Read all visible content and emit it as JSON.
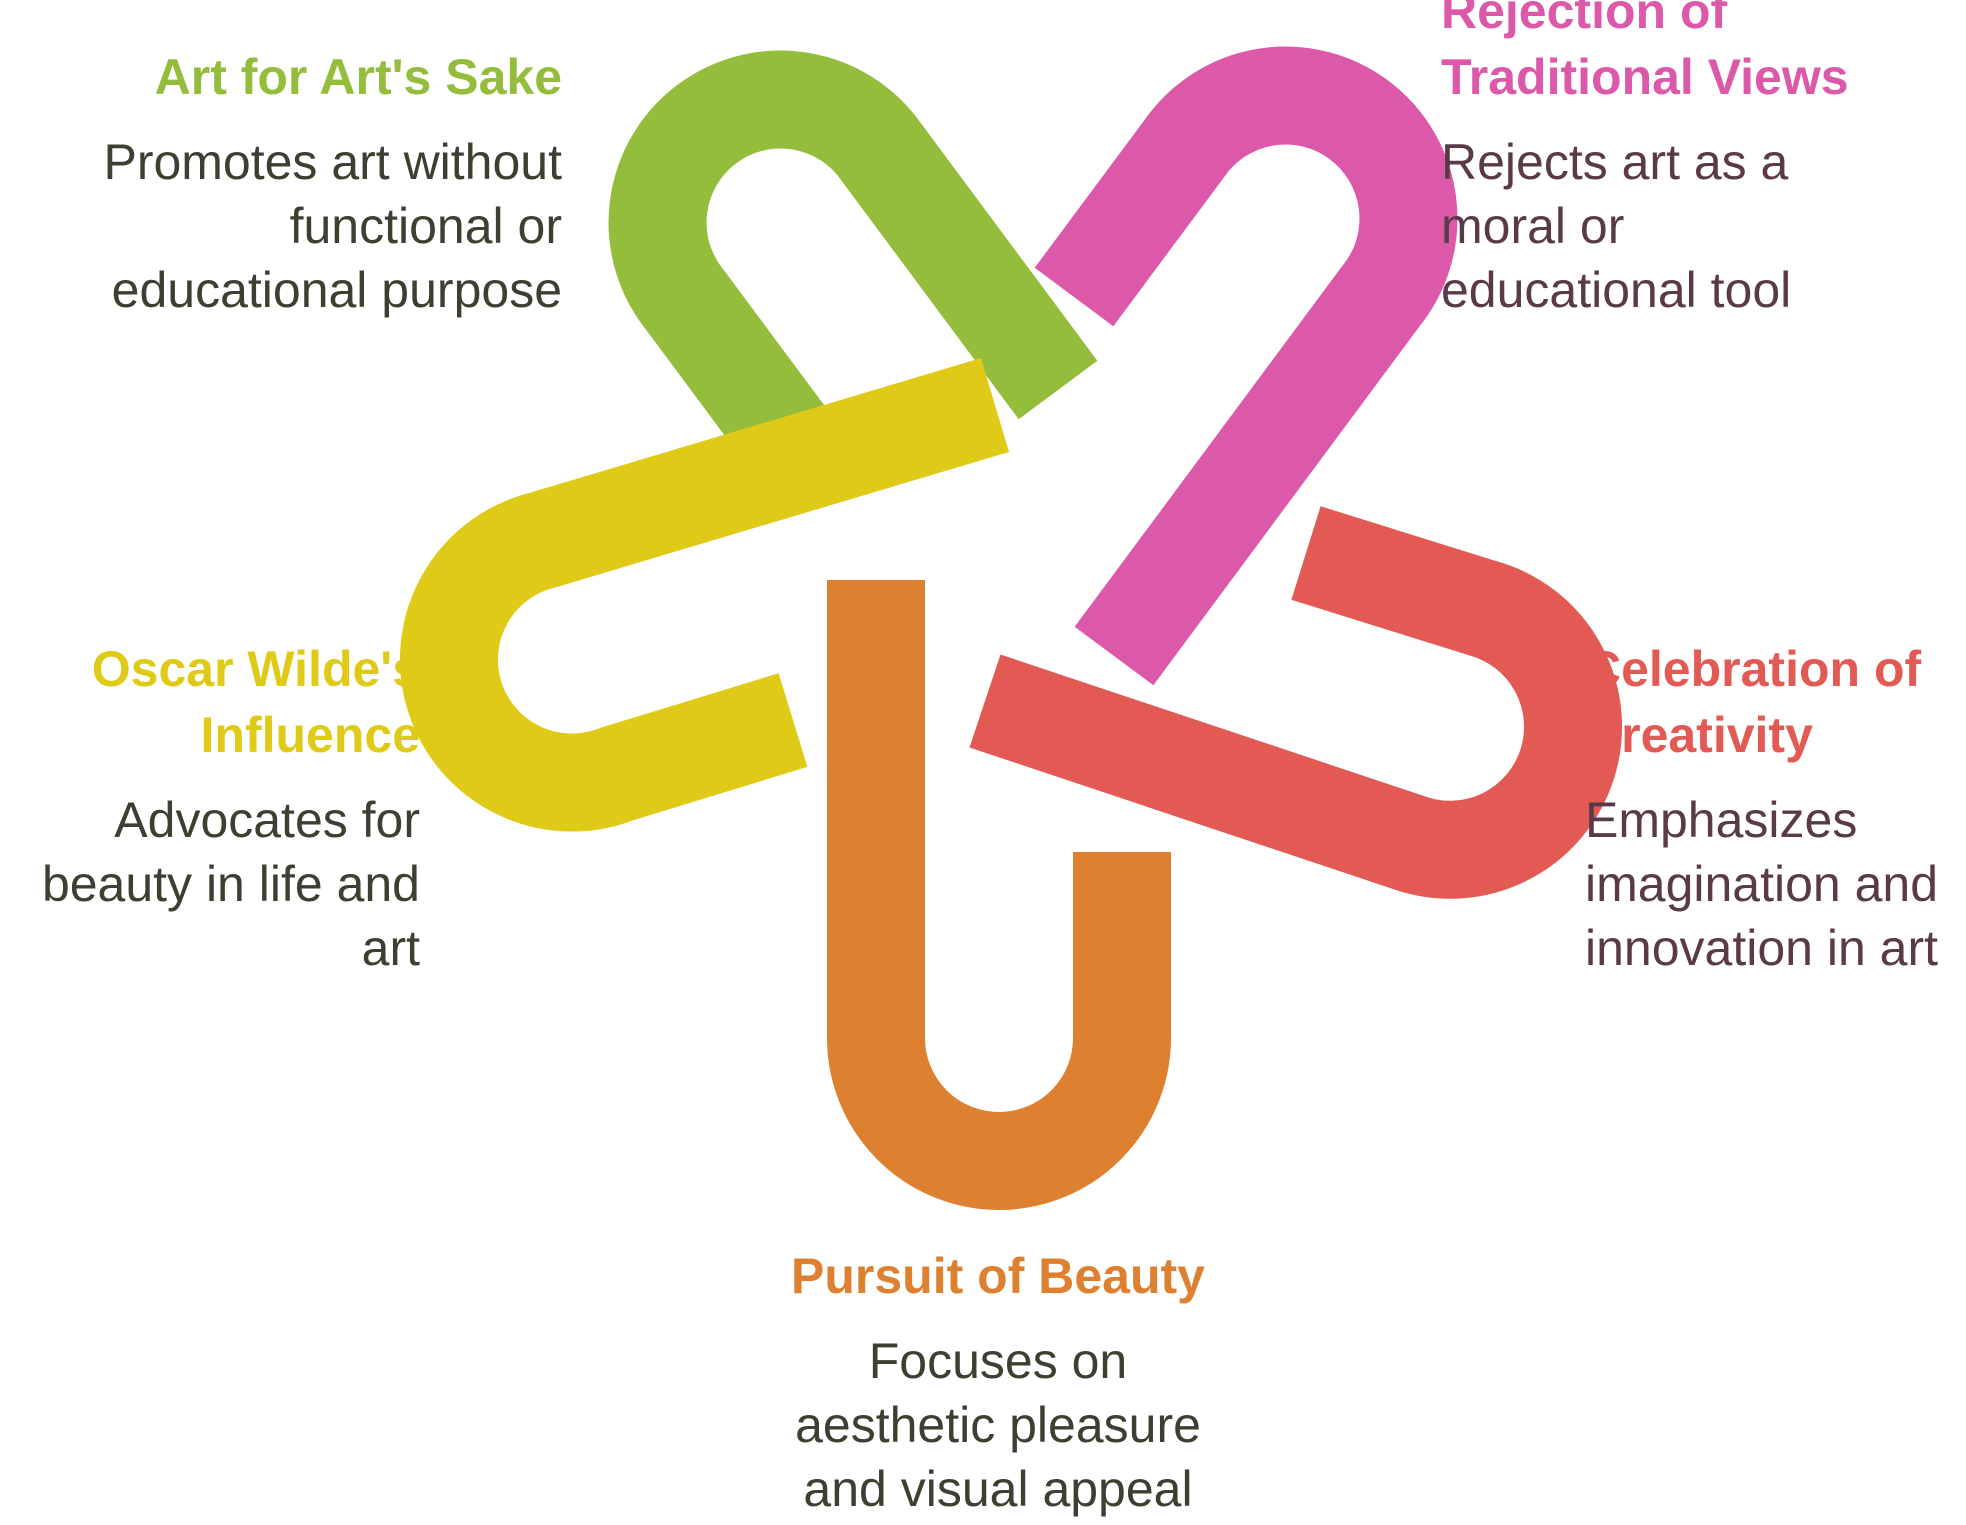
{
  "colors": {
    "green": "#94bd3b",
    "pink": "#dc59a9",
    "red": "#e35954",
    "orange": "#dd8131",
    "yellow": "#dfcb17",
    "text_dark": "#3e3e31",
    "text_plum": "#5a3a49"
  },
  "items": [
    {
      "id": "art-for-arts-sake",
      "color": "green",
      "title": "Art for Art's Sake",
      "description": "Promotes art without functional or educational purpose"
    },
    {
      "id": "rejection-of-traditional-views",
      "color": "pink",
      "title": "Rejection of Traditional Views",
      "description": "Rejects art as a moral or educational tool"
    },
    {
      "id": "celebration-of-creativity",
      "color": "red",
      "title": "Celebration of Creativity",
      "description": "Emphasizes imagination and innovation in art"
    },
    {
      "id": "pursuit-of-beauty",
      "color": "orange",
      "title": "Pursuit of Beauty",
      "description": "Focuses on aesthetic pleasure and visual appeal"
    },
    {
      "id": "oscar-wildes-influence",
      "color": "yellow",
      "title": "Oscar Wilde's Influence",
      "description": "Advocates for beauty in life and art"
    }
  ]
}
